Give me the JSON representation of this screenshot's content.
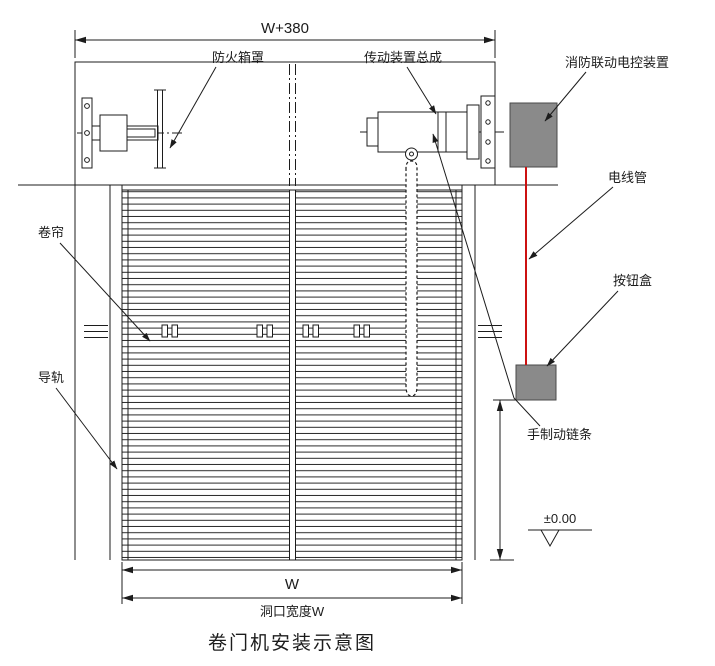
{
  "title": "卷门机安装示意图",
  "dimensions": {
    "top_width": "W+380",
    "bottom_width": "W",
    "opening_width_label": "洞口宽度W",
    "floor_level": "±0.00"
  },
  "labels": {
    "fire_box_cover": "防火箱罩",
    "transmission_assembly": "传动装置总成",
    "fire_control_device": "消防联动电控装置",
    "wire_conduit": "电线管",
    "button_box": "按钮盒",
    "manual_brake_chain": "手制动链条",
    "curtain": "卷帘",
    "guide_rail": "导轨"
  },
  "colors": {
    "line": "#1c1c1c",
    "conduit_red": "#cc1111",
    "device_gray": "#8a8a8a",
    "background": "#ffffff"
  }
}
